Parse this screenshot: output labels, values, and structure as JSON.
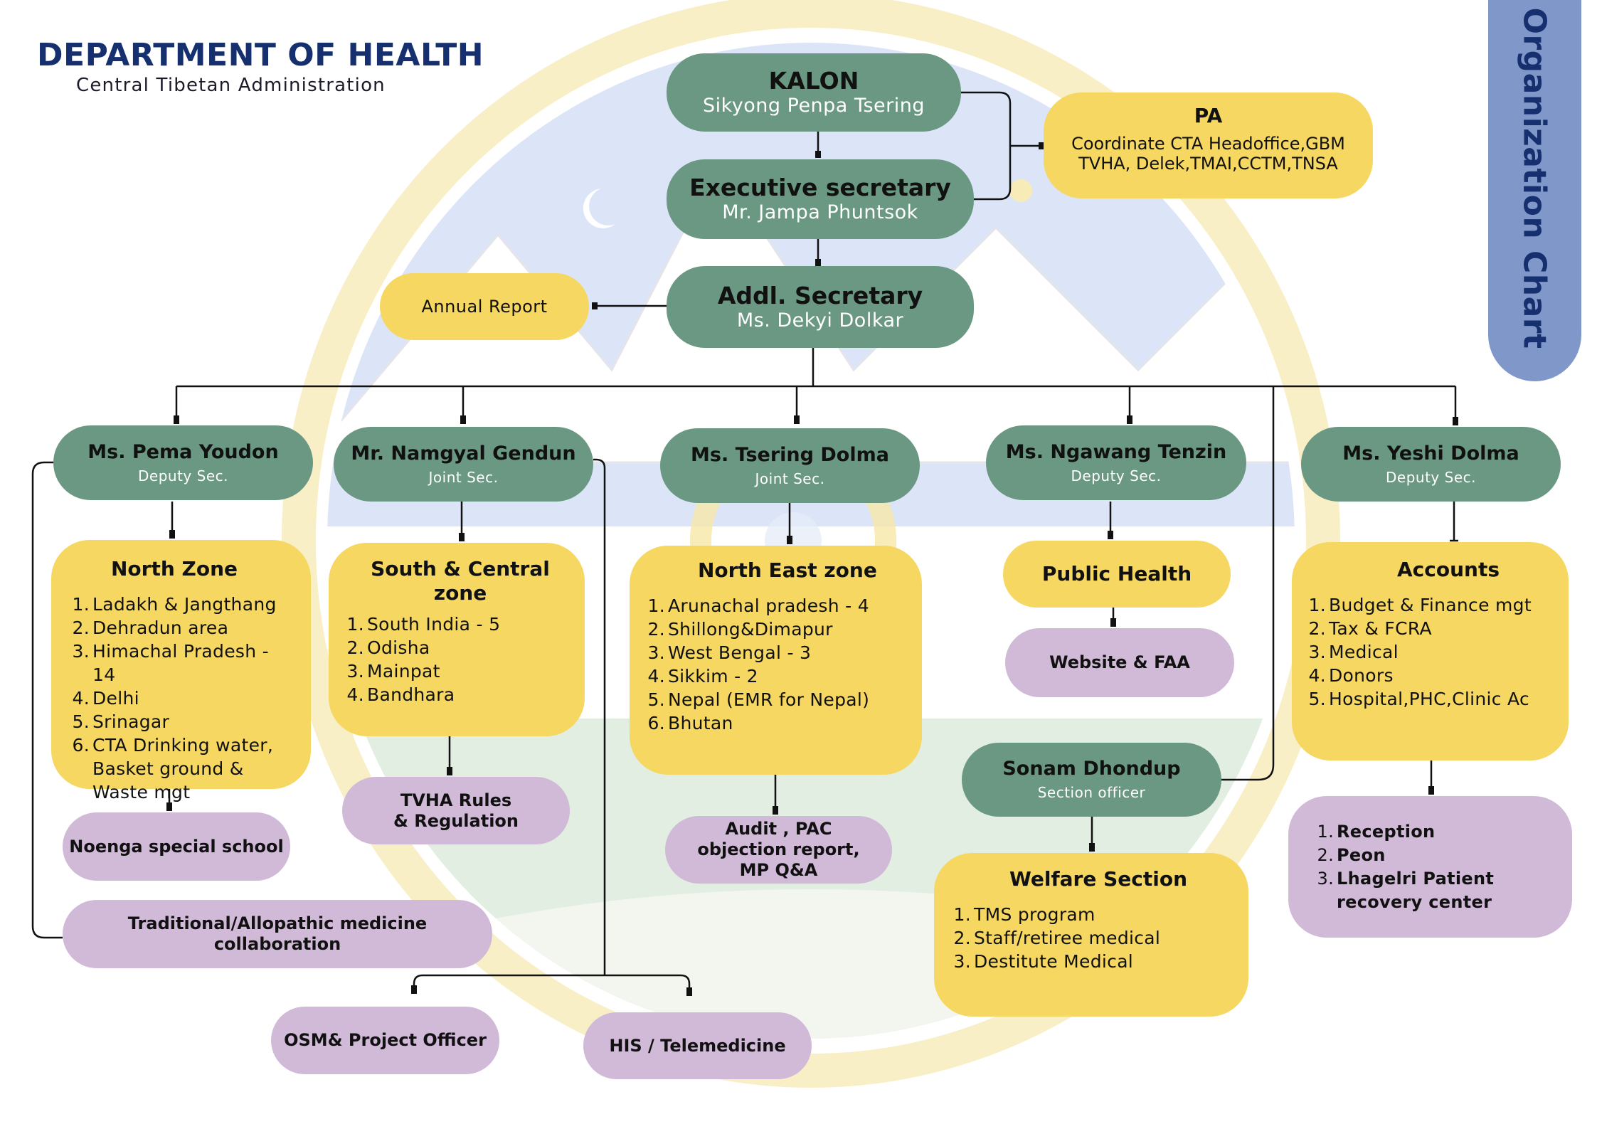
{
  "header": {
    "title": "DEPARTMENT OF HEALTH",
    "subtitle": "Central Tibetan Administration"
  },
  "side_tab": {
    "label": "Organization Chart"
  },
  "colors": {
    "position": "#6A9882",
    "section": "#F5D761",
    "unit": "#D1B9D8",
    "brand_navy": "#16306F",
    "tab": "#7F97C9"
  },
  "top": {
    "kalon": {
      "title": "KALON",
      "name": "Sikyong Penpa Tsering"
    },
    "exec": {
      "title": "Executive secretary",
      "name": "Mr. Jampa Phuntsok"
    },
    "addl": {
      "title": "Addl. Secretary",
      "name": "Ms. Dekyi Dolkar"
    },
    "pa": {
      "title": "PA",
      "lines": [
        "Coordinate CTA Headoffice,GBM",
        "TVHA, Delek,TMAI,CCTM,TNSA"
      ]
    },
    "annual_report": "Annual Report"
  },
  "officers": [
    {
      "name": "Ms. Pema Youdon",
      "role": "Deputy Sec."
    },
    {
      "name": "Mr. Namgyal Gendun",
      "role": "Joint Sec."
    },
    {
      "name": "Ms. Tsering Dolma",
      "role": "Joint Sec."
    },
    {
      "name": "Ms. Ngawang Tenzin",
      "role": "Deputy Sec."
    },
    {
      "name": "Ms. Yeshi Dolma",
      "role": "Deputy Sec."
    }
  ],
  "sections": {
    "north": {
      "title": "North Zone",
      "items": [
        "Ladakh & Jangthang",
        "Dehradun area",
        "Himachal Pradesh - 14",
        "Delhi",
        "Srinagar",
        "CTA Drinking water, Basket ground & Waste mgt"
      ]
    },
    "south": {
      "title": "South & Central zone",
      "items": [
        "South India - 5",
        "Odisha",
        "Mainpat",
        "Bandhara"
      ]
    },
    "northeast": {
      "title": "North East zone",
      "items": [
        "Arunachal pradesh - 4",
        "Shillong&Dimapur",
        "West Bengal - 3",
        "Sikkim - 2",
        "Nepal (EMR for Nepal)",
        "Bhutan"
      ]
    },
    "public_health": {
      "title": "Public Health"
    },
    "accounts": {
      "title": "Accounts",
      "items": [
        "Budget & Finance mgt",
        "Tax & FCRA",
        "Medical",
        "Donors",
        "Hospital,PHC,Clinic Ac"
      ]
    },
    "welfare": {
      "title": "Welfare Section",
      "items": [
        "TMS program",
        "Staff/retiree medical",
        "Destitute Medical"
      ]
    }
  },
  "section_officer": {
    "name": "Sonam Dhondup",
    "role": "Section officer"
  },
  "units": {
    "noenga": "Noenga special school",
    "tvha": "TVHA Rules & Regulation",
    "audit": "Audit , PAC objection report, MP Q&A",
    "website": "Website & FAA",
    "traditional": "Traditional/Allopathic medicine collaboration",
    "osm": "OSM& Project Officer",
    "his": "HIS / Telemedicine",
    "accounts_staff": [
      "Reception",
      "Peon",
      "Lhagelri Patient recovery center"
    ]
  }
}
